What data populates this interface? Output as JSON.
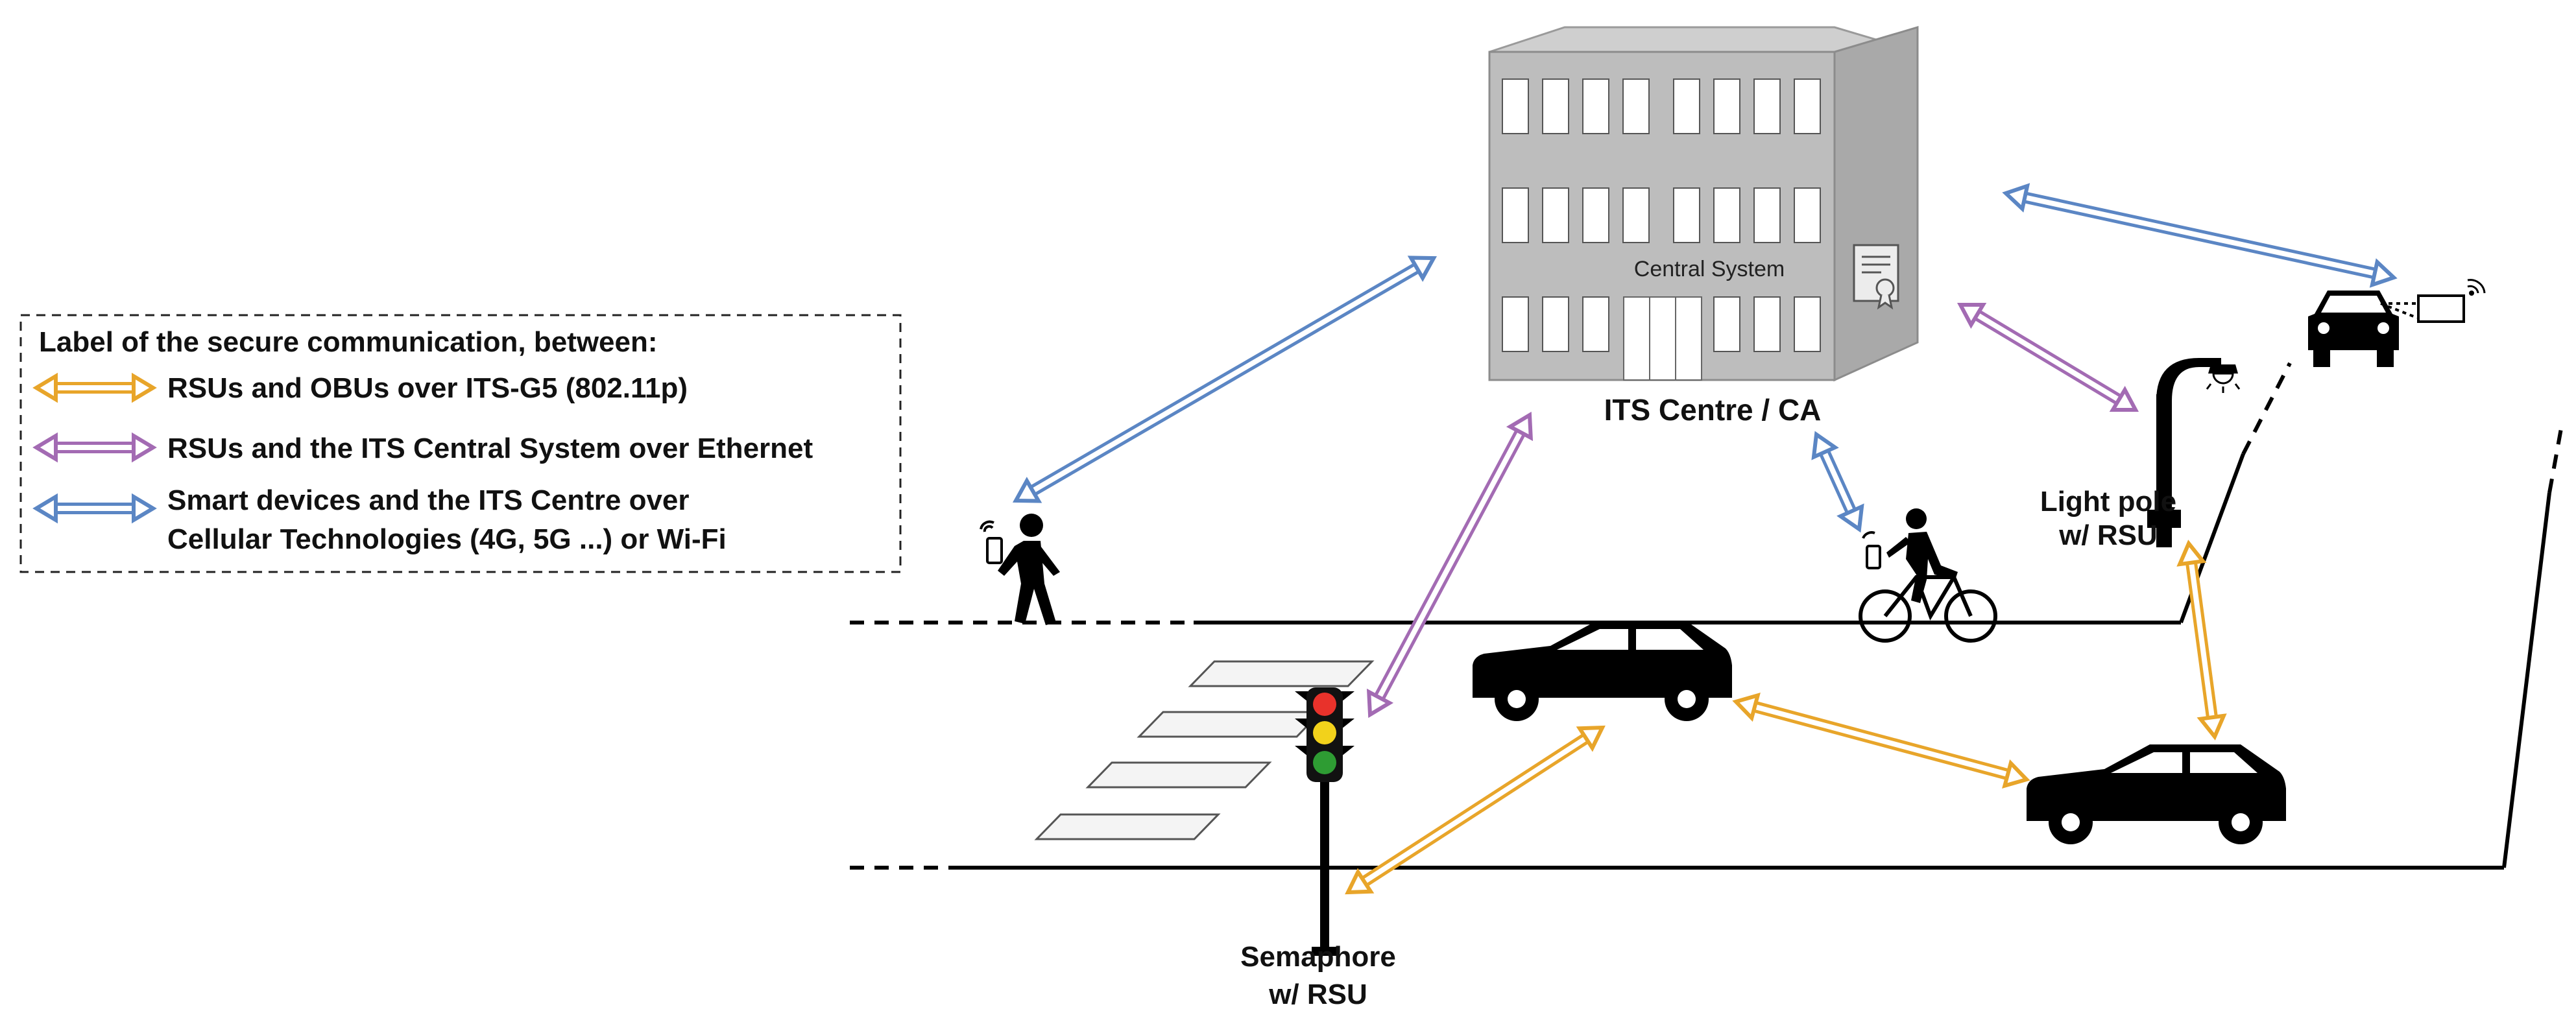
{
  "legend": {
    "title": "Label of the secure communication, between:",
    "items": [
      {
        "text": "RSUs and OBUs over ITS-G5 (802.11p)",
        "color": "#E8A52A"
      },
      {
        "text": "RSUs and the ITS Central System over Ethernet",
        "color": "#A36BB3"
      },
      {
        "text": "Smart devices and the ITS Centre over",
        "text2": "Cellular Technologies (4G, 5G ...) or Wi-Fi",
        "color": "#5B86C4"
      }
    ]
  },
  "building": {
    "inner_label": "Central System",
    "caption": "ITS Centre / CA"
  },
  "labels": {
    "light_pole_1": "Light pole",
    "light_pole_2": "w/ RSU",
    "semaphore_1": "Semaphore",
    "semaphore_2": "w/ RSU"
  },
  "colors": {
    "its_g5": "#E8A52A",
    "ethernet": "#A36BB3",
    "cellular": "#5B86C4",
    "building": "#BDBDBD"
  },
  "icons": [
    "certificate-icon",
    "pedestrian-phone-icon",
    "cyclist-phone-icon",
    "car-icon",
    "connected-car-icon",
    "traffic-light-icon",
    "street-lamp-icon",
    "wifi-signal-icon"
  ]
}
